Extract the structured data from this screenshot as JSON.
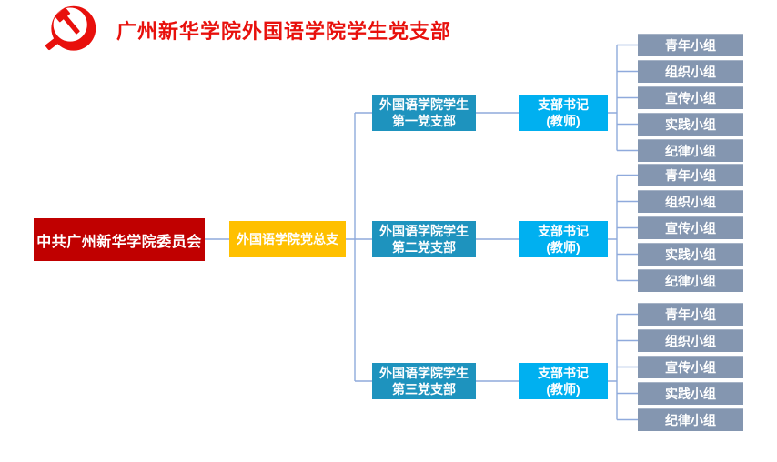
{
  "header": {
    "title": "广州新华学院外国语学院学生党支部",
    "emblem": "cpc-hammer-and-sickle"
  },
  "nodes": {
    "committee": "中共广州新华学院委员会",
    "general_branch": "外国语学院党总支"
  },
  "branches": [
    {
      "name_line1": "外国语学院学生",
      "name_line2": "第一党支部",
      "secretary_line1": "支部书记",
      "secretary_line2": "(教师)",
      "groups": [
        "青年小组",
        "组织小组",
        "宣传小组",
        "实践小组",
        "纪律小组"
      ]
    },
    {
      "name_line1": "外国语学院学生",
      "name_line2": "第二党支部",
      "secretary_line1": "支部书记",
      "secretary_line2": "(教师)",
      "groups": [
        "青年小组",
        "组织小组",
        "宣传小组",
        "实践小组",
        "纪律小组"
      ]
    },
    {
      "name_line1": "外国语学院学生",
      "name_line2": "第三党支部",
      "secretary_line1": "支部书记",
      "secretary_line2": "(教师)",
      "groups": [
        "青年小组",
        "组织小组",
        "宣传小组",
        "实践小组",
        "纪律小组"
      ]
    }
  ],
  "colors": {
    "title_red": "#e8100c",
    "committee_red": "#c00000",
    "general_branch_gold": "#ffc000",
    "branch_teal": "#1e93be",
    "secretary_cyan": "#00b0f0",
    "group_bluegray": "#8496b0",
    "connector_line": "#8faadc"
  }
}
